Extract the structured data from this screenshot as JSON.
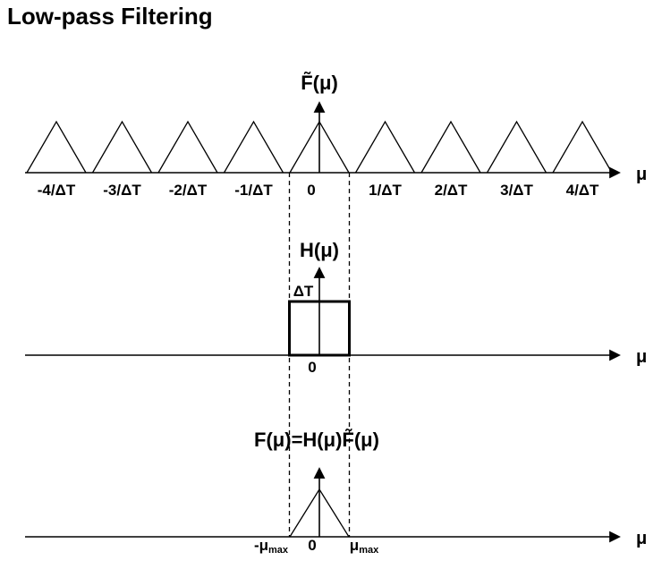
{
  "title": "Low-pass Filtering",
  "colors": {
    "ink": "#000000",
    "background": "#ffffff"
  },
  "plot_top": {
    "ylabel": "F̃(μ)",
    "axis_label": "μ",
    "ticks": [
      "-4/ΔT",
      "-3/ΔT",
      "-2/ΔT",
      "-1/ΔT",
      "0",
      "1/ΔT",
      "2/ΔT",
      "3/ΔT",
      "4/ΔT"
    ]
  },
  "plot_middle": {
    "ylabel": "H(μ)",
    "axis_label": "μ",
    "box_height_label": "ΔT",
    "origin_label": "0"
  },
  "plot_bottom": {
    "ylabel": "F(μ)=H(μ)F̃(μ)",
    "axis_label": "μ",
    "neg_limit_base": "-μ",
    "neg_limit_sub": "max",
    "origin_label": "0",
    "pos_limit_base": "μ",
    "pos_limit_sub": "max"
  }
}
